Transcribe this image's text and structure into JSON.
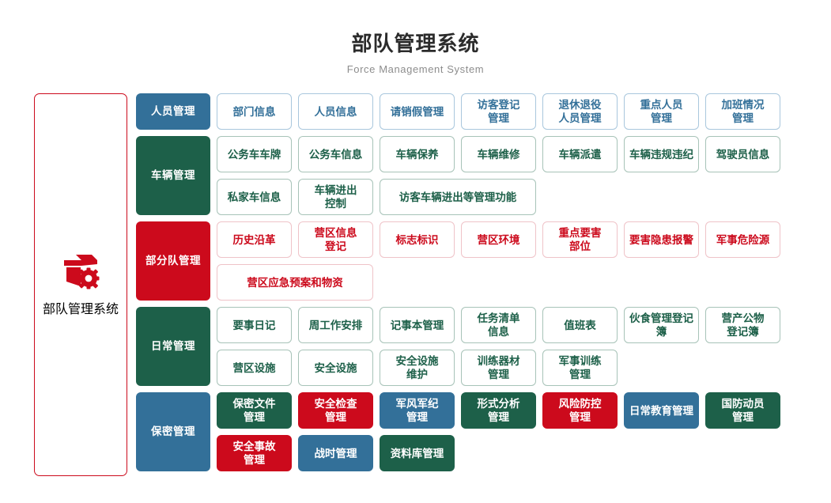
{
  "header": {
    "title": "部队管理系统",
    "subtitle": "Force Management System"
  },
  "sidebar": {
    "icon": "cube-gear-icon",
    "label": "部队管理系统",
    "border_color": "#cc0a1c",
    "text_color": "#cc0a1c"
  },
  "palette": {
    "blue": "#337099",
    "green": "#1d6049",
    "red": "#cc0a1c",
    "blue_border": "#a9c7dd",
    "green_border": "#a7c3b8",
    "red_border": "#efc3c8",
    "title_color": "#2b2b2b",
    "subtitle_color": "#8d8d8d",
    "page_background": "#ffffff"
  },
  "sections": [
    {
      "header": "人员管理",
      "header_color": "blue",
      "card_style": "out-blue",
      "rows": [
        [
          {
            "label": "部门信息",
            "span": 1
          },
          {
            "label": "人员信息",
            "span": 1
          },
          {
            "label": "请销假管理",
            "span": 1
          },
          {
            "label": "访客登记\n管理",
            "span": 1
          },
          {
            "label": "退休退役\n人员管理",
            "span": 1
          },
          {
            "label": "重点人员\n管理",
            "span": 1
          },
          {
            "label": "加班情况\n管理",
            "span": 1
          }
        ]
      ]
    },
    {
      "header": "车辆管理",
      "header_color": "green",
      "card_style": "out-green",
      "rows": [
        [
          {
            "label": "公务车车牌",
            "span": 1
          },
          {
            "label": "公务车信息",
            "span": 1
          },
          {
            "label": "车辆保养",
            "span": 1
          },
          {
            "label": "车辆维修",
            "span": 1
          },
          {
            "label": "车辆派遣",
            "span": 1
          },
          {
            "label": "车辆违规违纪",
            "span": 1
          },
          {
            "label": "驾驶员信息",
            "span": 1
          }
        ],
        [
          {
            "label": "私家车信息",
            "span": 1
          },
          {
            "label": "车辆进出\n控制",
            "span": 1
          },
          {
            "label": "访客车辆进出等管理功能",
            "span": 2
          }
        ]
      ]
    },
    {
      "header": "部分队管理",
      "header_color": "red",
      "card_style": "out-red",
      "rows": [
        [
          {
            "label": "历史沿革",
            "span": 1
          },
          {
            "label": "营区信息\n登记",
            "span": 1
          },
          {
            "label": "标志标识",
            "span": 1
          },
          {
            "label": "营区环境",
            "span": 1
          },
          {
            "label": "重点要害\n部位",
            "span": 1
          },
          {
            "label": "要害隐患报警",
            "span": 1
          },
          {
            "label": "军事危险源",
            "span": 1
          }
        ],
        [
          {
            "label": "营区应急预案和物资",
            "span": 2
          }
        ]
      ]
    },
    {
      "header": "日常管理",
      "header_color": "green",
      "card_style": "out-green",
      "rows": [
        [
          {
            "label": "要事日记",
            "span": 1
          },
          {
            "label": "周工作安排",
            "span": 1
          },
          {
            "label": "记事本管理",
            "span": 1
          },
          {
            "label": "任务清单\n信息",
            "span": 1
          },
          {
            "label": "值班表",
            "span": 1
          },
          {
            "label": "伙食管理登记簿",
            "span": 1
          },
          {
            "label": "营产公物\n登记簿",
            "span": 1
          }
        ],
        [
          {
            "label": "营区设施",
            "span": 1
          },
          {
            "label": "安全设施",
            "span": 1
          },
          {
            "label": "安全设施\n维护",
            "span": 1
          },
          {
            "label": "训练器材\n管理",
            "span": 1
          },
          {
            "label": "军事训练\n管理",
            "span": 1
          }
        ]
      ]
    },
    {
      "header": "保密管理",
      "header_color": "blue",
      "card_style": "filled",
      "rows": [
        [
          {
            "label": "保密文件\n管理",
            "span": 1,
            "fill": "fill-green"
          },
          {
            "label": "安全检查\n管理",
            "span": 1,
            "fill": "fill-red"
          },
          {
            "label": "军风军纪\n管理",
            "span": 1,
            "fill": "fill-blue"
          },
          {
            "label": "形式分析\n管理",
            "span": 1,
            "fill": "fill-green"
          },
          {
            "label": "风险防控\n管理",
            "span": 1,
            "fill": "fill-red"
          },
          {
            "label": "日常教育管理",
            "span": 1,
            "fill": "fill-blue"
          },
          {
            "label": "国防动员\n管理",
            "span": 1,
            "fill": "fill-green"
          }
        ],
        [
          {
            "label": "安全事故\n管理",
            "span": 1,
            "fill": "fill-red"
          },
          {
            "label": "战时管理",
            "span": 1,
            "fill": "fill-blue"
          },
          {
            "label": "资料库管理",
            "span": 1,
            "fill": "fill-green"
          }
        ]
      ]
    }
  ]
}
